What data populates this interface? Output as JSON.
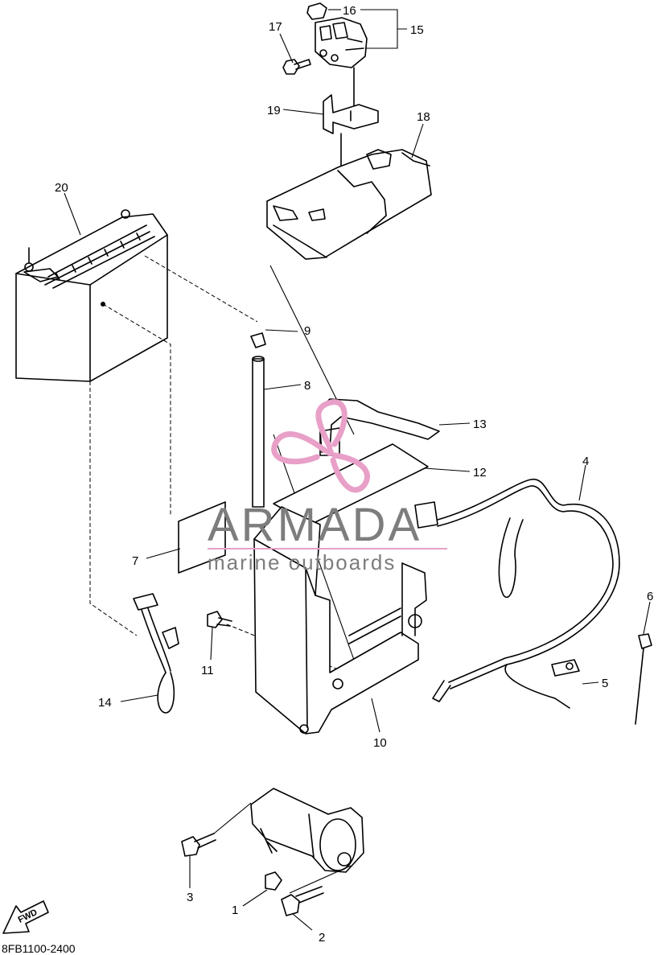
{
  "callouts": [
    {
      "id": "1",
      "label": "1"
    },
    {
      "id": "2",
      "label": "2"
    },
    {
      "id": "3",
      "label": "3"
    },
    {
      "id": "4",
      "label": "4"
    },
    {
      "id": "5",
      "label": "5"
    },
    {
      "id": "6",
      "label": "6"
    },
    {
      "id": "7",
      "label": "7"
    },
    {
      "id": "8",
      "label": "8"
    },
    {
      "id": "9",
      "label": "9"
    },
    {
      "id": "10",
      "label": "10"
    },
    {
      "id": "11",
      "label": "11"
    },
    {
      "id": "12",
      "label": "12"
    },
    {
      "id": "13",
      "label": "13"
    },
    {
      "id": "14",
      "label": "14"
    },
    {
      "id": "15",
      "label": "15"
    },
    {
      "id": "16",
      "label": "16"
    },
    {
      "id": "17",
      "label": "17"
    },
    {
      "id": "18",
      "label": "18"
    },
    {
      "id": "19",
      "label": "19"
    },
    {
      "id": "20",
      "label": "20"
    }
  ],
  "watermark": {
    "title": "ARMADA",
    "subtitle": "marine outboards",
    "colors": {
      "text": "#7d7d7d",
      "logo": "#e8a0c8"
    }
  },
  "direction_badge": "FWD",
  "diagram_code": "8FB1100-2400",
  "icons": [
    "armada-logo-icon",
    "fwd-arrow-icon"
  ]
}
